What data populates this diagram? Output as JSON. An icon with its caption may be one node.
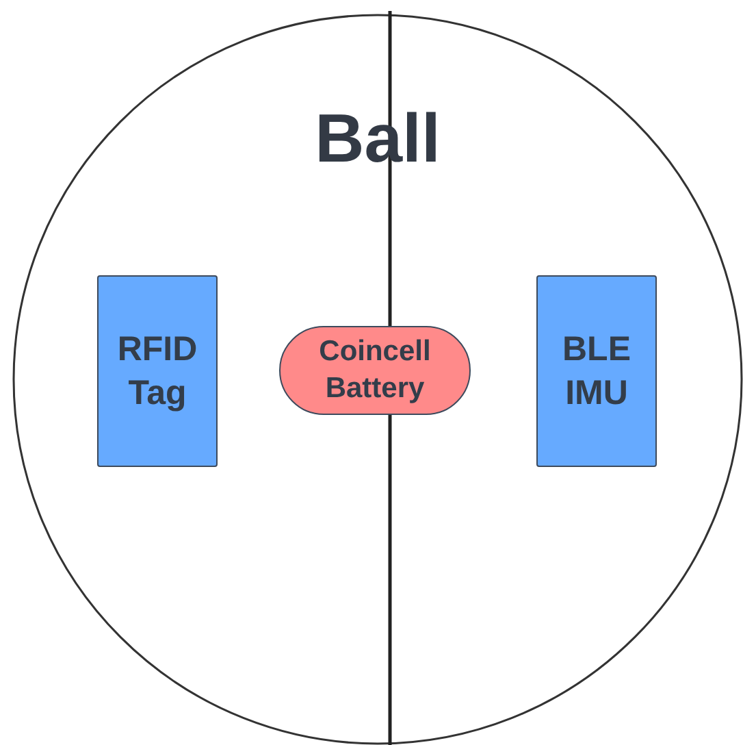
{
  "diagram": {
    "nodes": [
      {
        "text": [
          "Ball"
        ]
      },
      {
        "text": [
          "RFID Tag"
        ],
        "in": 0
      },
      {
        "text": [
          "Coincell Battery"
        ],
        "in": 0
      },
      {
        "text": [
          "BLE IMU"
        ],
        "in": 0
      }
    ]
  }
}
